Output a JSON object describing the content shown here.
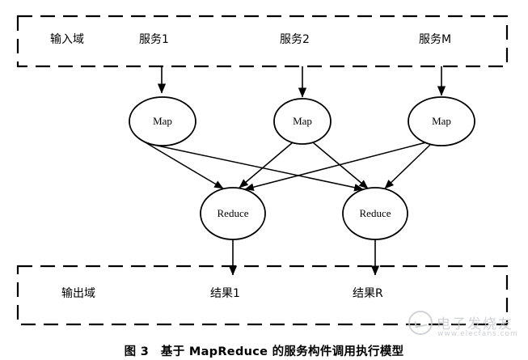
{
  "figure": {
    "caption": "图 3　基于 MapReduce 的服务构件调用执行模型",
    "input_domain_label": "输入域",
    "output_domain_label": "输出域",
    "services": [
      {
        "label": "服务1"
      },
      {
        "label": "服务2"
      },
      {
        "label": "服务M"
      }
    ],
    "map_nodes": [
      {
        "label": "Map"
      },
      {
        "label": "Map"
      },
      {
        "label": "Map"
      }
    ],
    "reduce_nodes": [
      {
        "label": "Reduce"
      },
      {
        "label": "Reduce"
      }
    ],
    "results": [
      {
        "label": "结果1"
      },
      {
        "label": "结果R"
      }
    ],
    "colors": {
      "stroke": "#000000",
      "background": "#ffffff",
      "watermark": "#c9ccd2"
    }
  },
  "watermark": {
    "main": "电子发烧友",
    "sub": "www.elecfans.com"
  }
}
